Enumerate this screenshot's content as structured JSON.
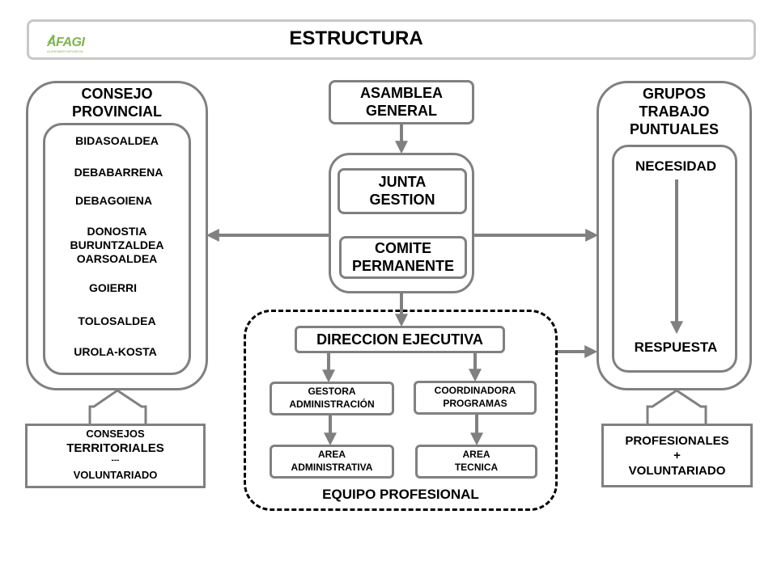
{
  "header": {
    "title": "ESTRUCTURA",
    "logo_text": "AFAGI",
    "logo_tagline": "ALZHEIMER GIPUZKOA"
  },
  "consejo": {
    "title_line1": "CONSEJO",
    "title_line2": "PROVINCIAL",
    "items": [
      "BIDASOALDEA",
      "DEBABARRENA",
      "DEBAGOIENA",
      "DONOSTIA",
      "BURUNTZALDEA",
      "OARSOALDEA",
      "GOIERRI",
      "TOLOSALDEA",
      "UROLA-KOSTA"
    ]
  },
  "consejos_territoriales": {
    "line1": "CONSEJOS",
    "line2": "TERRITORIALES",
    "line3": "---",
    "line4": "VOLUNTARIADO"
  },
  "asamblea": {
    "line1": "ASAMBLEA",
    "line2": "GENERAL"
  },
  "junta": {
    "line1": "JUNTA",
    "line2": "GESTION"
  },
  "comite": {
    "line1": "COMITE",
    "line2": "PERMANENTE"
  },
  "direccion": {
    "label": "DIRECCION EJECUTIVA"
  },
  "gestora": {
    "line1": "GESTORA",
    "line2": "ADMINISTRACIÓN"
  },
  "coordinadora": {
    "line1": "COORDINADORA",
    "line2": "PROGRAMAS"
  },
  "area_admin": {
    "line1": "AREA",
    "line2": "ADMINISTRATIVA"
  },
  "area_tecnica": {
    "line1": "AREA",
    "line2": "TECNICA"
  },
  "equipo": {
    "label": "EQUIPO PROFESIONAL"
  },
  "grupos": {
    "line1": "GRUPOS",
    "line2": "TRABAJO",
    "line3": "PUNTUALES",
    "necesidad": "NECESIDAD",
    "respuesta": "RESPUESTA"
  },
  "profesionales": {
    "line1": "PROFESIONALES",
    "line2": "+",
    "line3": "VOLUNTARIADO"
  },
  "colors": {
    "border": "#808080",
    "logo_green": "#7ab648",
    "dashed": "#000000"
  }
}
